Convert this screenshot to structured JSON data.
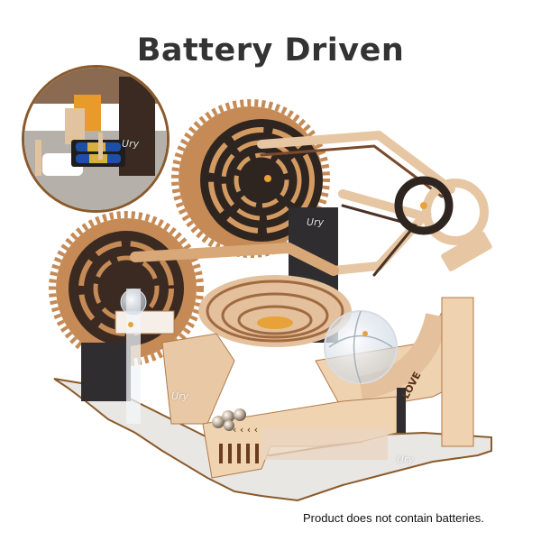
{
  "headline": "Battery Driven",
  "footnote": "Product does not contain batteries.",
  "watermarks": [
    "Ury",
    "Ury",
    "Ury",
    "Ury",
    "Ury"
  ],
  "engraving": "LOVE",
  "colors": {
    "headline": "#333333",
    "footnote": "#111111",
    "wood_light": "#eac9a4",
    "wood_mid": "#c98f5a",
    "wood_dark": "#3a2a22",
    "inset_border": "#8a5a2b",
    "base_plate": "#e9e7e4"
  }
}
